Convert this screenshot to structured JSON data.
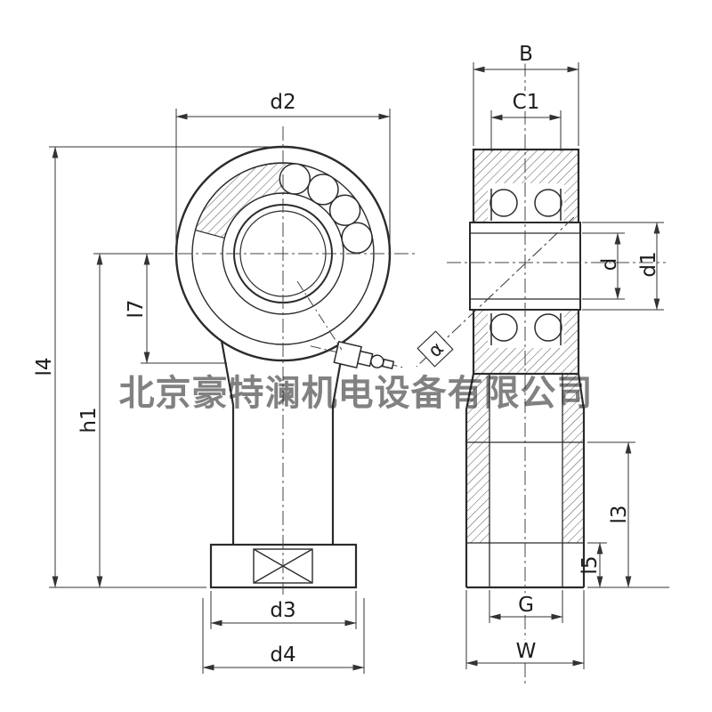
{
  "watermark": {
    "text": "北京豪特澜机电设备有限公司",
    "color": "#c98a45"
  },
  "drawing": {
    "labels": {
      "d2": "d2",
      "B": "B",
      "C1": "C1",
      "d": "d",
      "d1": "d1",
      "l7": "l7",
      "l4": "l4",
      "h1": "h1",
      "alpha": "α",
      "l3": "l3",
      "l5": "l5",
      "G": "G",
      "W": "W",
      "d3": "d3",
      "d4": "d4"
    }
  }
}
